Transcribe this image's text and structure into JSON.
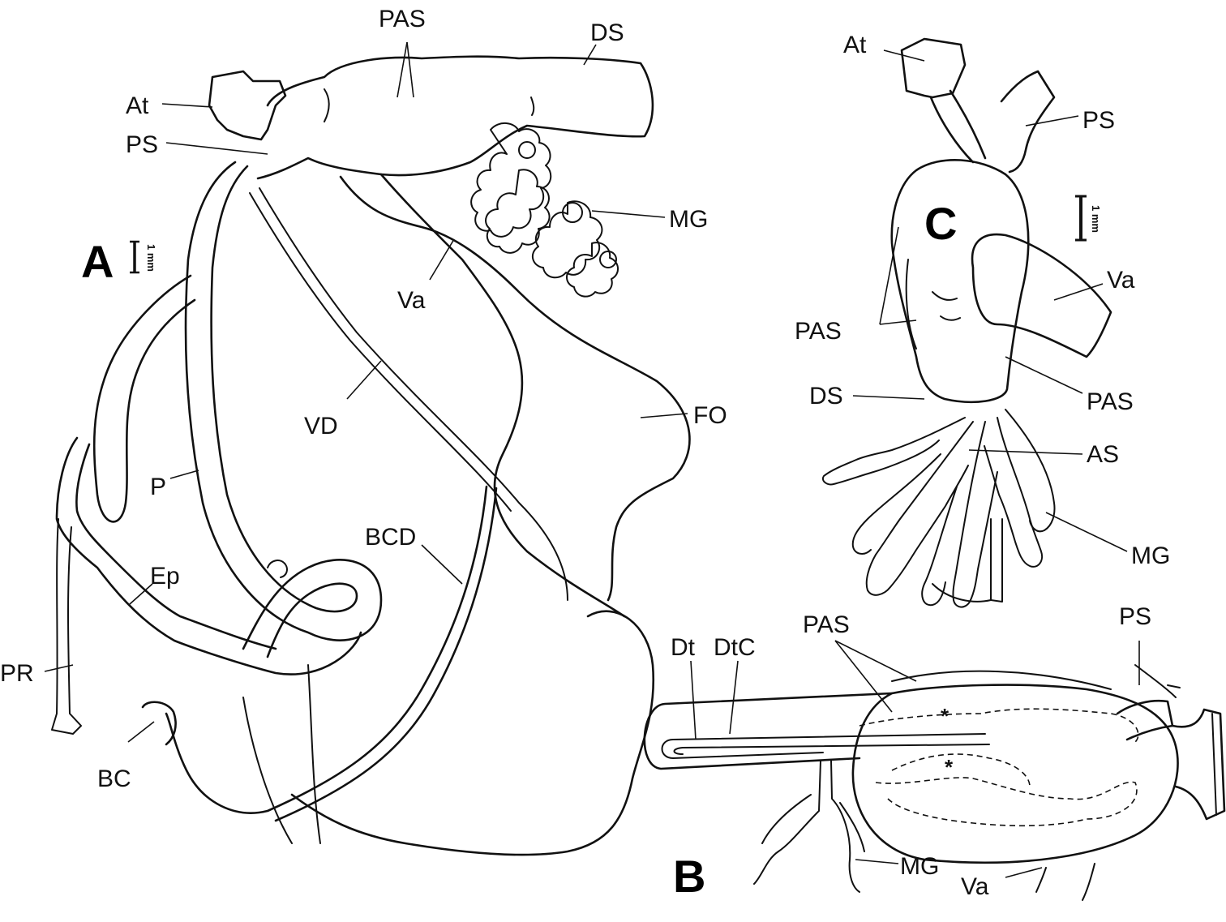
{
  "panels": {
    "a": "A",
    "b": "B",
    "c": "C"
  },
  "scale_bar": "1 mm",
  "labels_a": {
    "pas": "PAS",
    "ds": "DS",
    "at": "At",
    "ps": "PS",
    "mg": "MG",
    "va": "Va",
    "vd": "VD",
    "fo": "FO",
    "p": "P",
    "bcd": "BCD",
    "ep": "Ep",
    "pr": "PR",
    "bc": "BC"
  },
  "labels_b": {
    "dt": "Dt",
    "dtc": "DtC",
    "pas": "PAS",
    "ps": "PS",
    "mg": "MG",
    "va": "Va",
    "asterisk": "*"
  },
  "labels_c": {
    "at": "At",
    "ps": "PS",
    "va": "Va",
    "pas_left": "PAS",
    "pas_right": "PAS",
    "ds": "DS",
    "as": "AS",
    "mg": "MG"
  }
}
